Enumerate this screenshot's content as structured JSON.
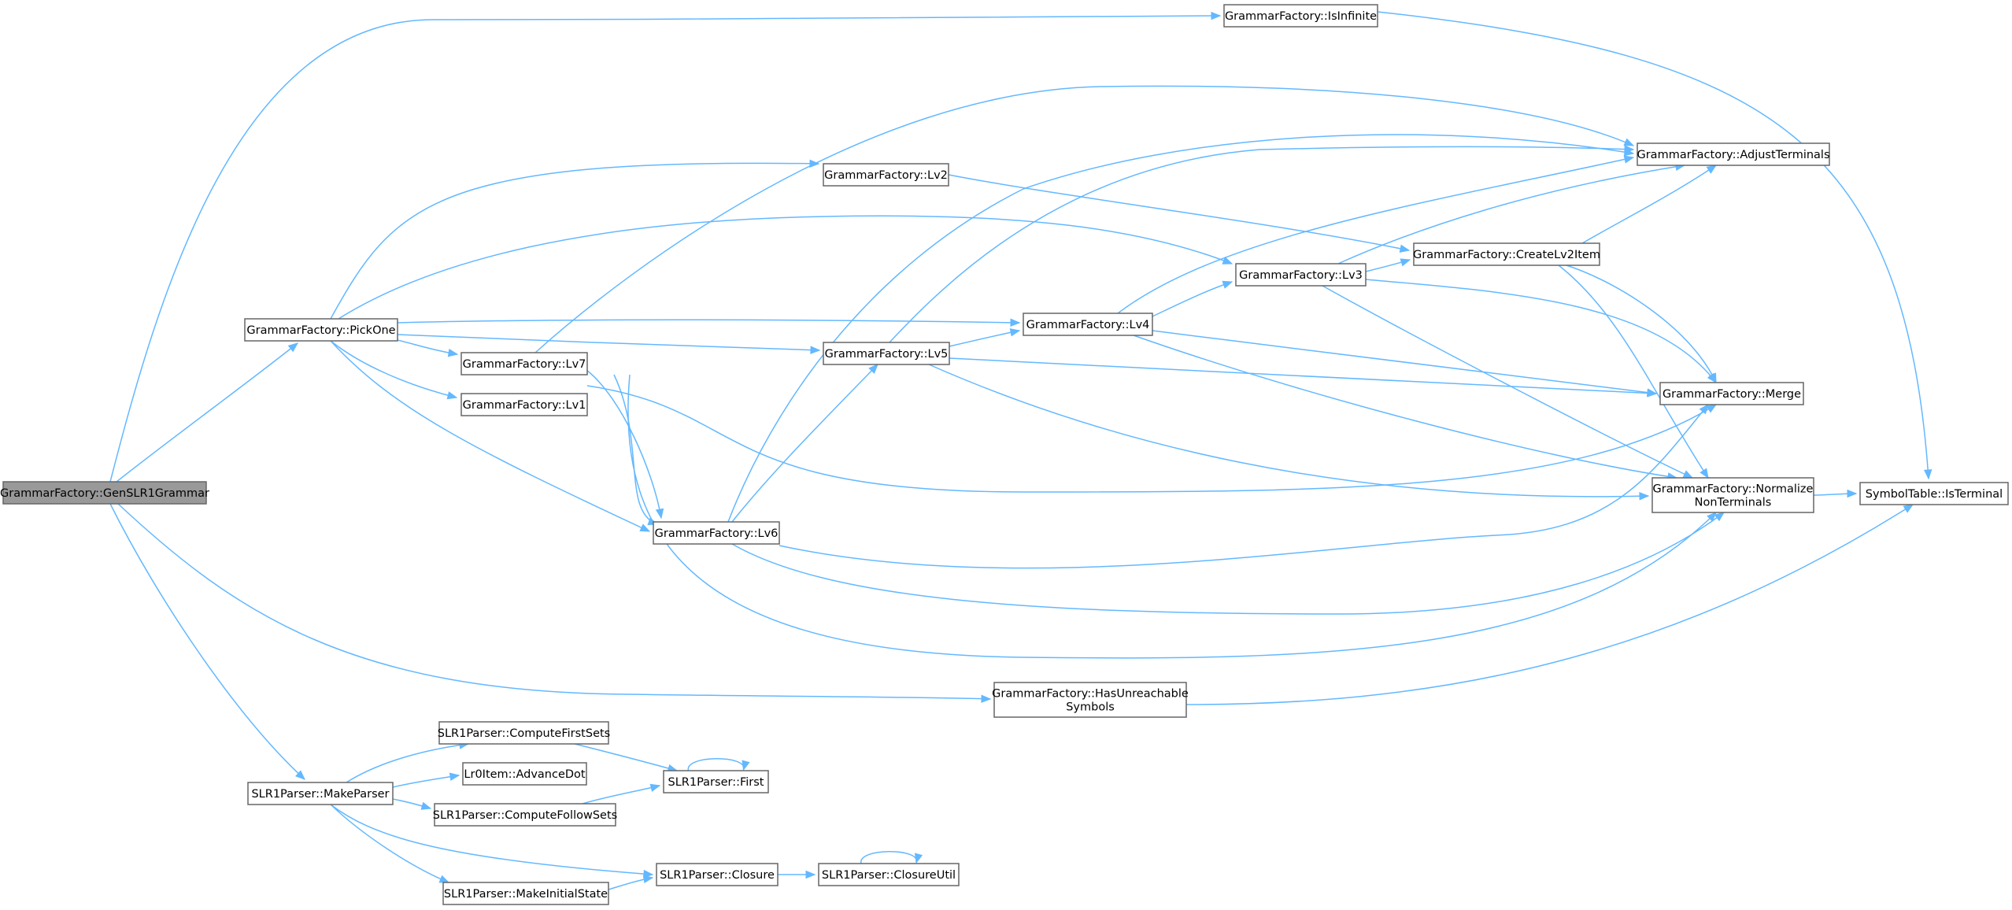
{
  "diagram": {
    "type": "call-graph",
    "edge_color": "#63b8ff",
    "root_fill": "#999999",
    "nodes": [
      {
        "id": "gen",
        "label": [
          "GrammarFactory::GenSLR1Grammar"
        ],
        "root": true
      },
      {
        "id": "isinf",
        "label": [
          "GrammarFactory::IsInfinite"
        ]
      },
      {
        "id": "pick",
        "label": [
          "GrammarFactory::PickOne"
        ]
      },
      {
        "id": "lv2",
        "label": [
          "GrammarFactory::Lv2"
        ]
      },
      {
        "id": "adjust",
        "label": [
          "GrammarFactory::AdjustTerminals"
        ]
      },
      {
        "id": "create",
        "label": [
          "GrammarFactory::CreateLv2Item"
        ]
      },
      {
        "id": "lv3",
        "label": [
          "GrammarFactory::Lv3"
        ]
      },
      {
        "id": "lv4",
        "label": [
          "GrammarFactory::Lv4"
        ]
      },
      {
        "id": "lv5",
        "label": [
          "GrammarFactory::Lv5"
        ]
      },
      {
        "id": "lv7",
        "label": [
          "GrammarFactory::Lv7"
        ]
      },
      {
        "id": "lv1",
        "label": [
          "GrammarFactory::Lv1"
        ]
      },
      {
        "id": "lv6",
        "label": [
          "GrammarFactory::Lv6"
        ]
      },
      {
        "id": "merge",
        "label": [
          "GrammarFactory::Merge"
        ]
      },
      {
        "id": "norm",
        "label": [
          "GrammarFactory::Normalize",
          "NonTerminals"
        ]
      },
      {
        "id": "isterm",
        "label": [
          "SymbolTable::IsTerminal"
        ]
      },
      {
        "id": "unreach",
        "label": [
          "GrammarFactory::HasUnreachable",
          "Symbols"
        ]
      },
      {
        "id": "make",
        "label": [
          "SLR1Parser::MakeParser"
        ]
      },
      {
        "id": "firstsets",
        "label": [
          "SLR1Parser::ComputeFirstSets"
        ]
      },
      {
        "id": "advance",
        "label": [
          "Lr0Item::AdvanceDot"
        ]
      },
      {
        "id": "follow",
        "label": [
          "SLR1Parser::ComputeFollowSets"
        ]
      },
      {
        "id": "first",
        "label": [
          "SLR1Parser::First"
        ]
      },
      {
        "id": "initial",
        "label": [
          "SLR1Parser::MakeInitialState"
        ]
      },
      {
        "id": "closure",
        "label": [
          "SLR1Parser::Closure"
        ]
      },
      {
        "id": "cutil",
        "label": [
          "SLR1Parser::ClosureUtil"
        ]
      }
    ],
    "edges": [
      [
        "gen",
        "isinf"
      ],
      [
        "gen",
        "pick"
      ],
      [
        "gen",
        "unreach"
      ],
      [
        "gen",
        "make"
      ],
      [
        "isinf",
        "isterm"
      ],
      [
        "pick",
        "lv2"
      ],
      [
        "pick",
        "lv3"
      ],
      [
        "pick",
        "lv4"
      ],
      [
        "pick",
        "lv5"
      ],
      [
        "pick",
        "lv7"
      ],
      [
        "pick",
        "lv1"
      ],
      [
        "pick",
        "lv6"
      ],
      [
        "lv2",
        "create"
      ],
      [
        "lv7",
        "adjust"
      ],
      [
        "lv7",
        "lv6"
      ],
      [
        "lv7",
        "merge"
      ],
      [
        "lv7",
        "norm"
      ],
      [
        "lv6",
        "adjust"
      ],
      [
        "lv6",
        "lv5"
      ],
      [
        "lv6",
        "merge"
      ],
      [
        "lv6",
        "norm"
      ],
      [
        "lv5",
        "adjust"
      ],
      [
        "lv5",
        "lv4"
      ],
      [
        "lv5",
        "merge"
      ],
      [
        "lv5",
        "norm"
      ],
      [
        "lv4",
        "adjust"
      ],
      [
        "lv4",
        "lv3"
      ],
      [
        "lv4",
        "merge"
      ],
      [
        "lv4",
        "norm"
      ],
      [
        "lv3",
        "adjust"
      ],
      [
        "lv3",
        "create"
      ],
      [
        "lv3",
        "merge"
      ],
      [
        "lv3",
        "norm"
      ],
      [
        "create",
        "adjust"
      ],
      [
        "create",
        "merge"
      ],
      [
        "create",
        "norm"
      ],
      [
        "norm",
        "isterm"
      ],
      [
        "unreach",
        "isterm"
      ],
      [
        "make",
        "firstsets"
      ],
      [
        "make",
        "advance"
      ],
      [
        "make",
        "follow"
      ],
      [
        "make",
        "closure"
      ],
      [
        "make",
        "initial"
      ],
      [
        "firstsets",
        "first"
      ],
      [
        "follow",
        "first"
      ],
      [
        "first",
        "first"
      ],
      [
        "initial",
        "closure"
      ],
      [
        "closure",
        "cutil"
      ],
      [
        "cutil",
        "cutil"
      ]
    ]
  }
}
